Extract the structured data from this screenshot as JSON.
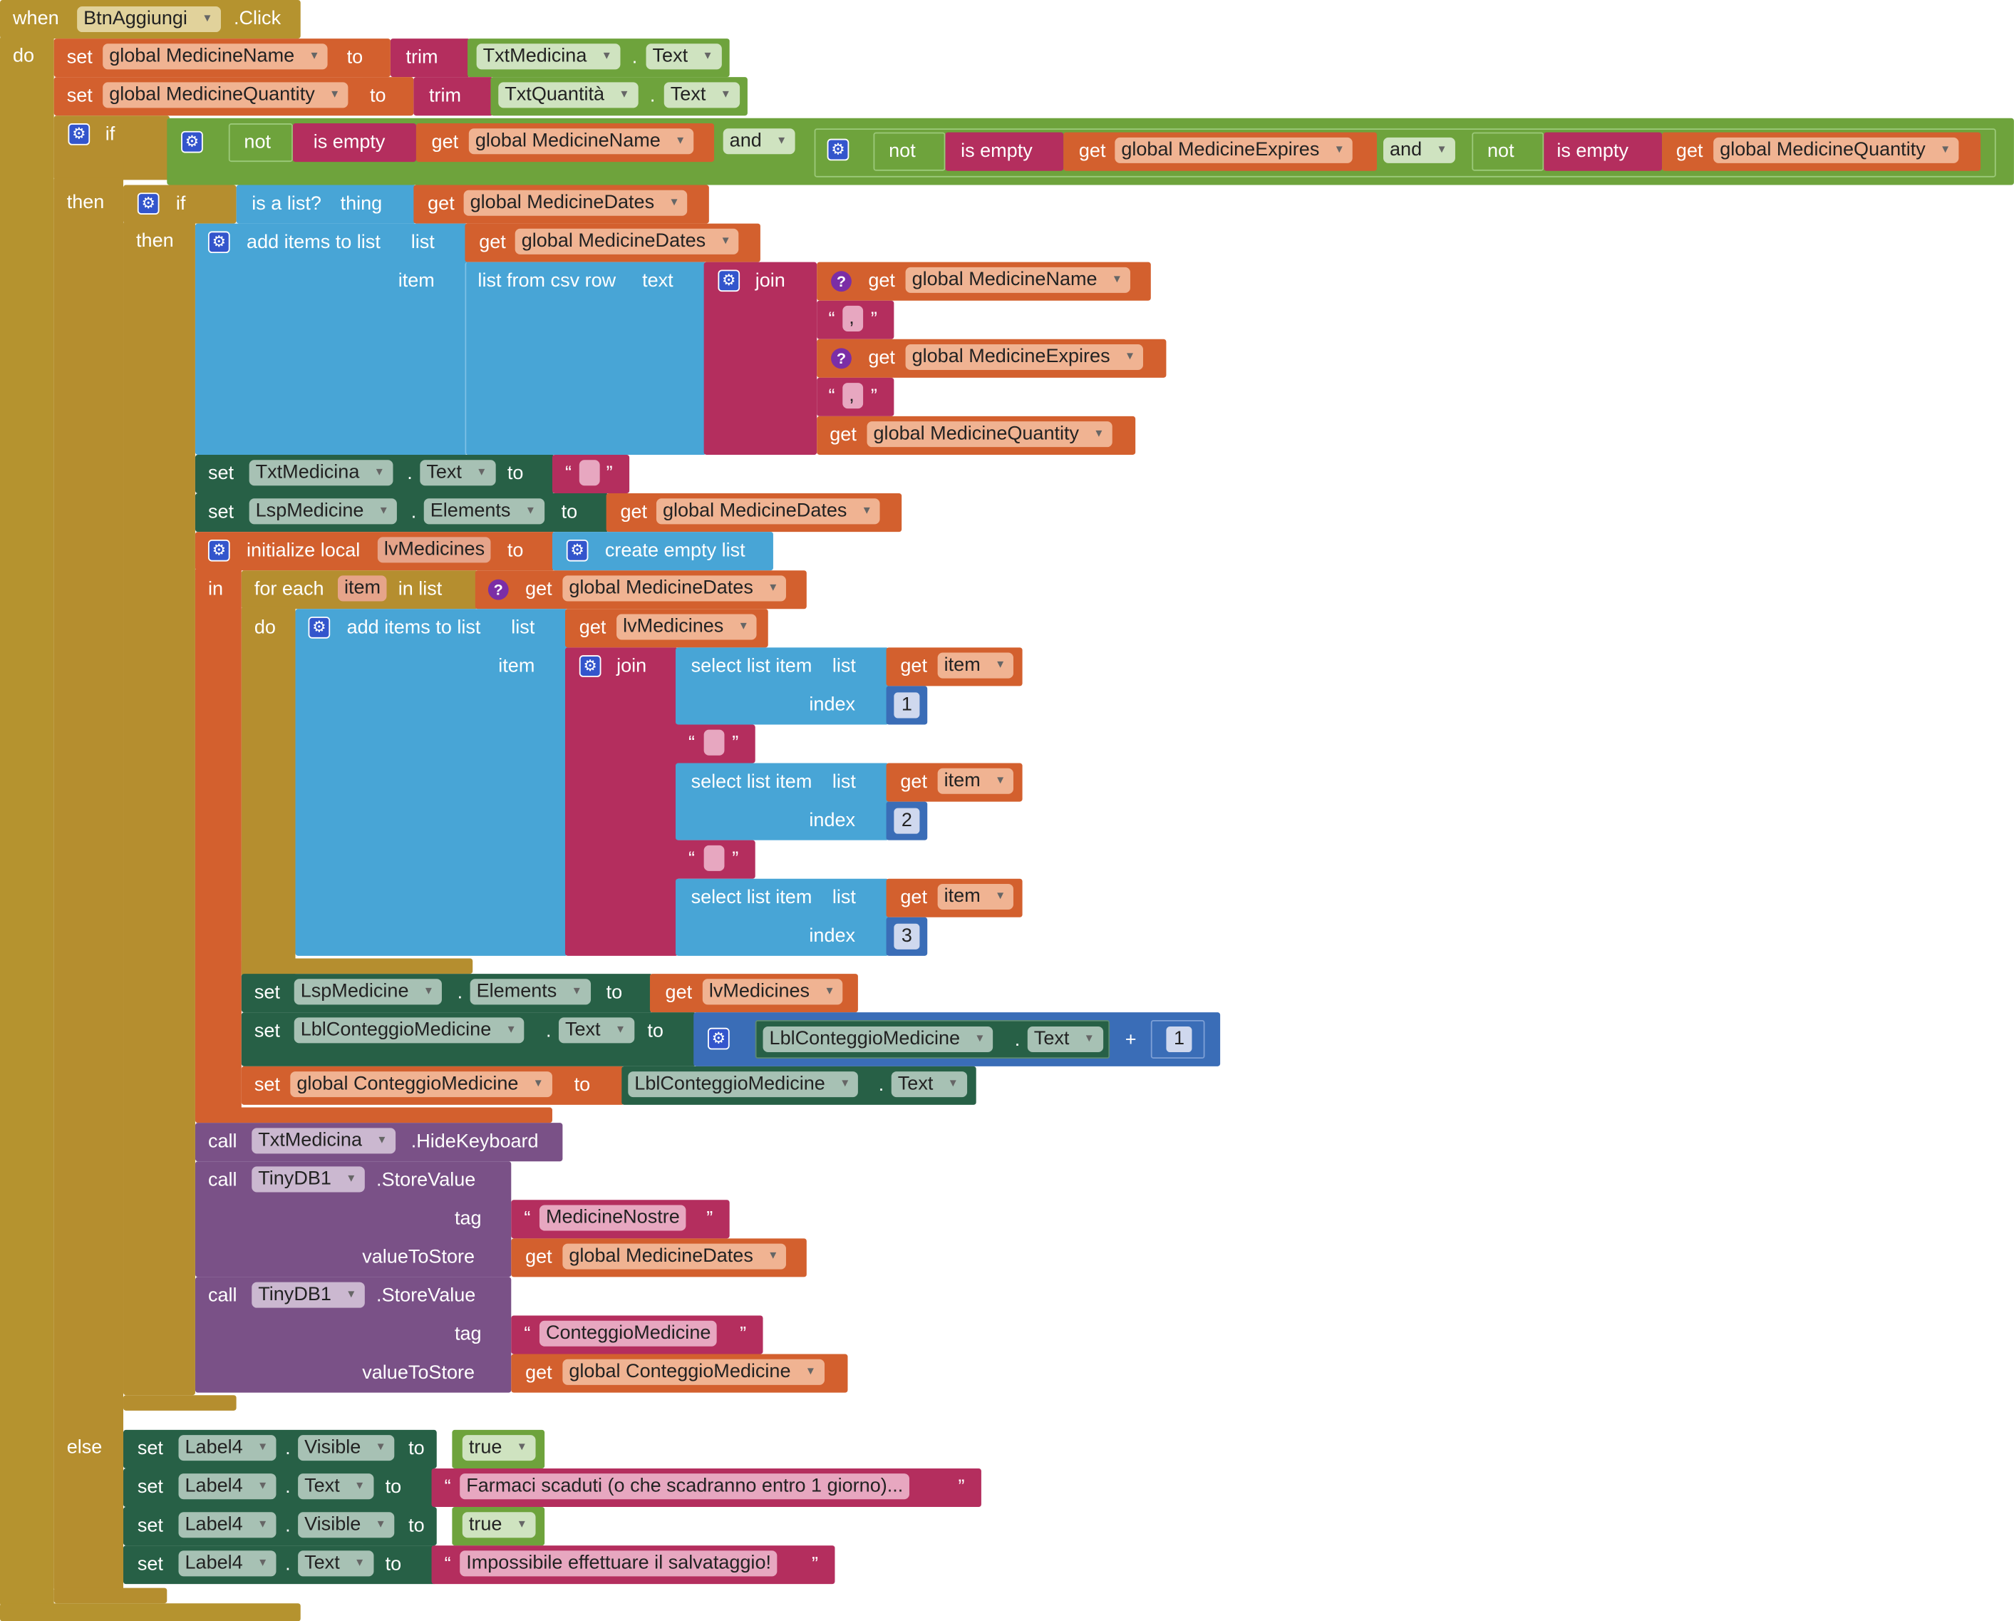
{
  "event": {
    "kw_when": "when",
    "component": "BtnAggiungi",
    "event_name": ".Click",
    "kw_do": "do"
  },
  "kw": {
    "set": "set",
    "to": "to",
    "get": "get",
    "trim": "trim",
    "dot": ".",
    "if": "if",
    "then": "then",
    "else": "else",
    "not": "not",
    "is_empty": "is empty",
    "and": "and",
    "is_a_list": "is a list?",
    "thing": "thing",
    "add_items_to_list": "add items to list",
    "list": "list",
    "item": "item",
    "list_from_csv_row": "list from csv row",
    "text": "text",
    "join": "join",
    "initialize_local": "initialize local",
    "create_empty_list": "create empty list",
    "in": "in",
    "for_each": "for each",
    "in_list": "in list",
    "select_list_item": "select list item",
    "index": "index",
    "call": "call",
    "tag": "tag",
    "value_to_store": "valueToStore",
    "plus": "+",
    "open_quote": "“",
    "close_quote": "”",
    "question": "?"
  },
  "components": {
    "txt_medicina": "TxtMedicina",
    "txt_quantita": "TxtQuantità",
    "lsp_medicine": "LspMedicine",
    "lbl_conteggio": "LblConteggioMedicine",
    "tinydb": "TinyDB1",
    "label4": "Label4"
  },
  "props": {
    "text": "Text",
    "elements": "Elements",
    "visible": "Visible"
  },
  "methods": {
    "hide_keyboard": ".HideKeyboard",
    "store_value": ".StoreValue"
  },
  "vars": {
    "medicine_name": "global MedicineName",
    "medicine_quantity": "global MedicineQuantity",
    "medicine_expires": "global MedicineExpires",
    "medicine_dates": "global MedicineDates",
    "conteggio": "global ConteggioMedicine",
    "local_lv": "lvMedicines",
    "loop_item": "item"
  },
  "strings": {
    "comma": ",",
    "empty": "",
    "tag1": "MedicineNostre",
    "tag2": "ConteggioMedicine",
    "msg_expired": "Farmaci scaduti (o che scadranno entro 1 giorno)...",
    "msg_fail": "Impossibile effettuare il salvataggio!"
  },
  "numbers": {
    "one": "1",
    "two": "2",
    "three": "3"
  },
  "logic": {
    "true": "true"
  },
  "colors": {
    "event": "#b5932f",
    "setvar": "#d3602e",
    "component": "#276046",
    "text": "#b42e5e",
    "list": "#48a5d6",
    "logic": "#6ea33c",
    "control": "#b58e2f",
    "procedure": "#7a5187",
    "math": "#3a6db7"
  }
}
